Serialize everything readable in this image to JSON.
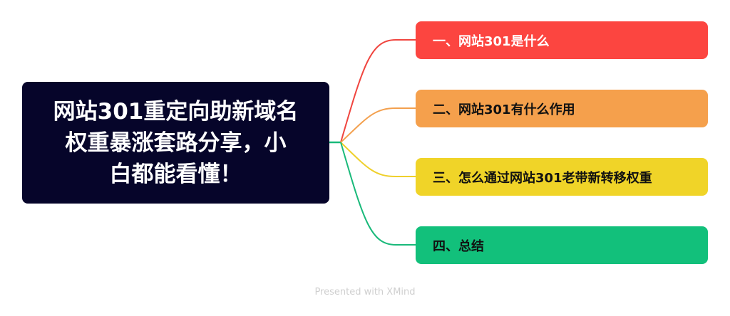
{
  "central_topic": {
    "text": "网站301重定向助新域名权重暴涨套路分享，小白都能看懂！",
    "lines": [
      "网站301重定向助新域名",
      "权重暴涨套路分享，小",
      "白都能看懂！"
    ],
    "background": "#06052a",
    "text_color": "#ffffff"
  },
  "branches": [
    {
      "label": "一、网站301是什么",
      "background": "#fc4540",
      "text_color": "#ffffff",
      "line_color": "#f0453f"
    },
    {
      "label": "二、网站301有什么作用",
      "background": "#f5a04c",
      "text_color": "#111111",
      "line_color": "#f3a04e"
    },
    {
      "label": "三、怎么通过网站301老带新转移权重",
      "background": "#f0d428",
      "text_color": "#111111",
      "line_color": "#efd02c"
    },
    {
      "label": "四、总结",
      "background": "#12c07b",
      "text_color": "#111111",
      "line_color": "#19b97a"
    }
  ],
  "footer": {
    "text": "Presented with XMind"
  }
}
